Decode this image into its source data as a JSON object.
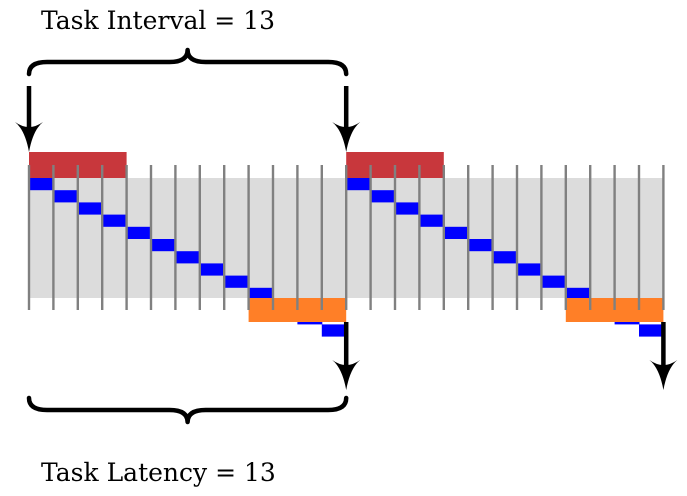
{
  "labels": {
    "task_interval": "Task Interval = 13",
    "task_latency": "Task Latency = 13"
  },
  "diagram": {
    "interval_steps": 13,
    "latency_steps": 13,
    "slots_per_task": 13,
    "tasks": 2,
    "input_slots": 4,
    "output_slots": 4,
    "colors": {
      "background_band": "#dcdcdc",
      "grid_line": "#808080",
      "input_block": "#c8373c",
      "output_block": "#ff7f27",
      "stair": "#0000ff",
      "arrow": "#000000",
      "brace": "#000000"
    }
  }
}
